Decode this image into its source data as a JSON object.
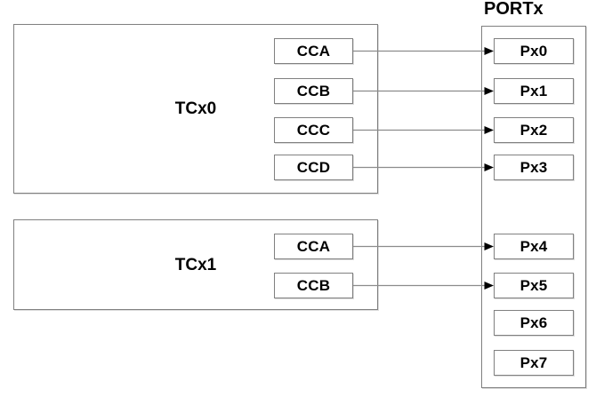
{
  "diagram": {
    "background": "#ffffff",
    "box_border_color": "#808080",
    "line_color": "#8c8c8c",
    "arrowhead_color": "#000000",
    "text_color": "#000000"
  },
  "blocks": [
    {
      "label": "TCx0",
      "channels": [
        "CCA",
        "CCB",
        "CCC",
        "CCD"
      ]
    },
    {
      "label": "TCx1",
      "channels": [
        "CCA",
        "CCB"
      ]
    }
  ],
  "port": {
    "title": "PORTx",
    "pins": [
      "Px0",
      "Px1",
      "Px2",
      "Px3",
      "Px4",
      "Px5",
      "Px6",
      "Px7"
    ]
  },
  "connections": [
    {
      "from": "tc0-channel-cca-box",
      "to": "port-pin-px0-box"
    },
    {
      "from": "tc0-channel-ccb-box",
      "to": "port-pin-px1-box"
    },
    {
      "from": "tc0-channel-ccc-box",
      "to": "port-pin-px2-box"
    },
    {
      "from": "tc0-channel-ccd-box",
      "to": "port-pin-px3-box"
    },
    {
      "from": "tc1-channel-cca-box",
      "to": "port-pin-px4-box"
    },
    {
      "from": "tc1-channel-ccb-box",
      "to": "port-pin-px5-box"
    }
  ]
}
